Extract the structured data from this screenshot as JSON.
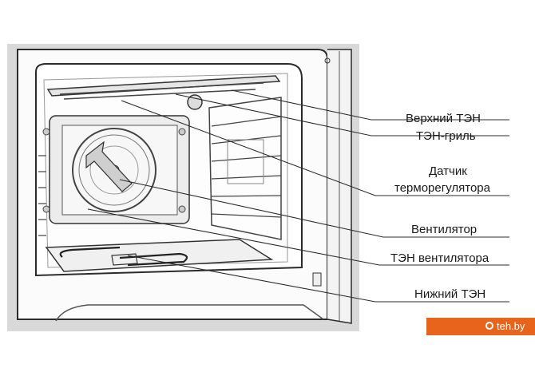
{
  "labels": {
    "upper_heater": "Верхний ТЭН",
    "grill_heater": "ТЭН-гриль",
    "sensor_line1": "Датчик",
    "sensor_line2": "терморегулятора",
    "fan": "Вентилятор",
    "fan_heater": "ТЭН вентилятора",
    "lower_heater": "Нижний ТЭН"
  },
  "watermark": {
    "text": "teh.by",
    "color": "#e8641c"
  },
  "colors": {
    "line": "#2b2b2b",
    "panel": "#dcdcdc",
    "body": "#ffffff"
  }
}
